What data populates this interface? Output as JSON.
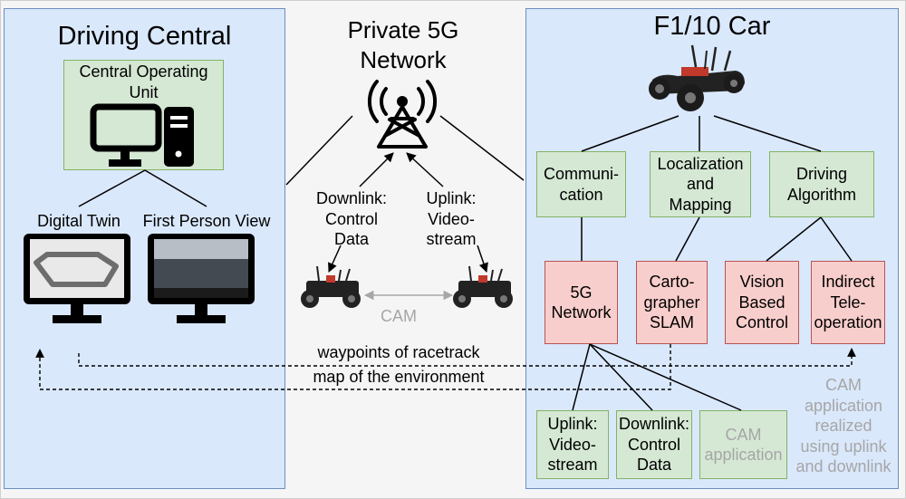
{
  "driving_central": {
    "title": "Driving Central",
    "operating_unit": "Central Operating\nUnit",
    "digital_twin": "Digital Twin",
    "first_person_view": "First Person View"
  },
  "network": {
    "title": "Private 5G\nNetwork",
    "downlink": "Downlink:\nControl\nData",
    "uplink": "Uplink:\nVideo-\nstream",
    "cam": "CAM",
    "waypoints": "waypoints of racetrack",
    "map": "map of the environment"
  },
  "car": {
    "title": "F1/10 Car",
    "communication": "Communi-\ncation",
    "localization": "Localization\nand\nMapping",
    "driving_algorithm": "Driving\nAlgorithm",
    "network_5g": "5G\nNetwork",
    "cartographer": "Carto-\ngrapher\nSLAM",
    "vision": "Vision\nBased\nControl",
    "teleop": "Indirect\nTele-\noperation",
    "uplink": "Uplink:\nVideo-\nstream",
    "downlink": "Downlink:\nControl\nData",
    "cam_app": "CAM\napplication",
    "cam_note": "CAM\napplication\nrealized\nusing uplink\nand downlink"
  }
}
